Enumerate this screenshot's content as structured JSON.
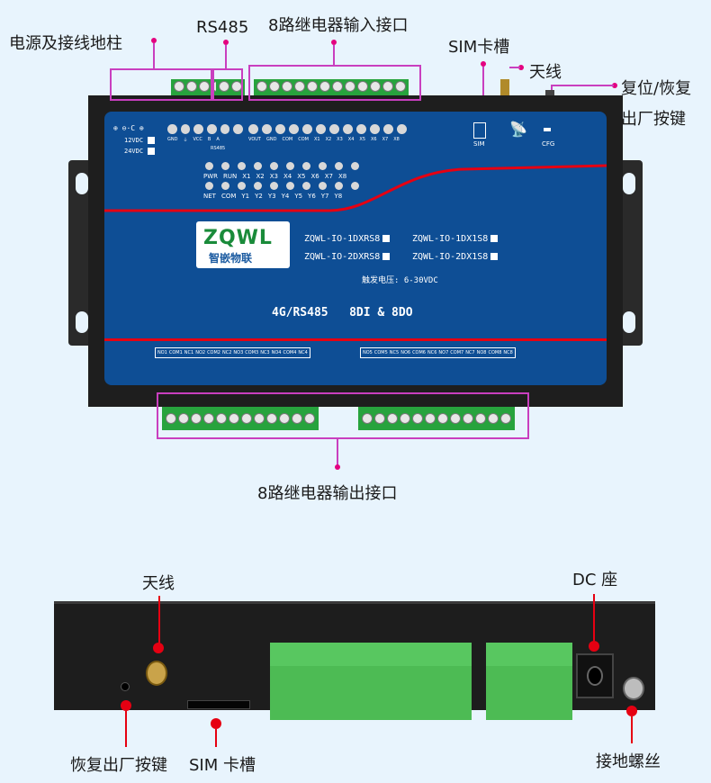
{
  "top_view": {
    "callouts": {
      "power": "电源及接线地柱",
      "rs485": "RS485",
      "relay_inputs": "8路继电器输入接口",
      "sim": "SIM卡槽",
      "antenna": "天线",
      "reset_line1": "复位/恢复",
      "reset_line2": "出厂按键",
      "relay_outputs": "8路继电器输出接口"
    },
    "panel": {
      "power_terms": [
        "GND",
        "⏚",
        "VCC"
      ],
      "rs485_terms": [
        "B",
        "A"
      ],
      "rs485_caption": "RS485",
      "input_terms": [
        "VOUT",
        "GND",
        "COM",
        "COM",
        "X1",
        "X2",
        "X3",
        "X4",
        "X5",
        "X6",
        "X7",
        "X8"
      ],
      "voltage_12": "12VDC",
      "voltage_24": "24VDC",
      "power_symbols": "⊕ ⊖·C ⊕",
      "sim_label": "SIM",
      "cfg_label": "CFG",
      "led_row1": [
        "PWR",
        "RUN",
        "X1",
        "X2",
        "X3",
        "X4",
        "X5",
        "X6",
        "X7",
        "X8"
      ],
      "led_row2": [
        "NET",
        "COM",
        "Y1",
        "Y2",
        "Y3",
        "Y4",
        "Y5",
        "Y6",
        "Y7",
        "Y8"
      ],
      "brand": "ZQWL",
      "brand_cn": "智嵌物联",
      "models": [
        "ZQWL-IO-1DXRS8",
        "ZQWL-IO-1DX1S8",
        "ZQWL-IO-2DXRS8",
        "ZQWL-IO-2DX1S8"
      ],
      "trigger_voltage": "触发电压: 6-30VDC",
      "spec": "4G/RS485   8DI & 8DO",
      "out_terms_left": [
        "NO1",
        "COM1",
        "NC1",
        "NO2",
        "COM2",
        "NC2",
        "NO3",
        "COM3",
        "NC3",
        "NO4",
        "COM4",
        "NC4"
      ],
      "out_terms_right": [
        "NO5",
        "COM5",
        "NC5",
        "NO6",
        "COM6",
        "NC6",
        "NO7",
        "COM7",
        "NC7",
        "NO8",
        "COM8",
        "NC8"
      ]
    }
  },
  "side_view": {
    "callouts": {
      "antenna": "天线",
      "dc": "DC 座",
      "reset": "恢复出厂按键",
      "sim": "SIM 卡槽",
      "ground": "接地螺丝"
    }
  },
  "colors": {
    "background": "#e8f4fd",
    "panel_blue": "#0e4e95",
    "accent_red": "#e60012",
    "terminal_green": "#27a33d",
    "highlight": "#c93fbf",
    "dot_magenta": "#e4007f"
  }
}
